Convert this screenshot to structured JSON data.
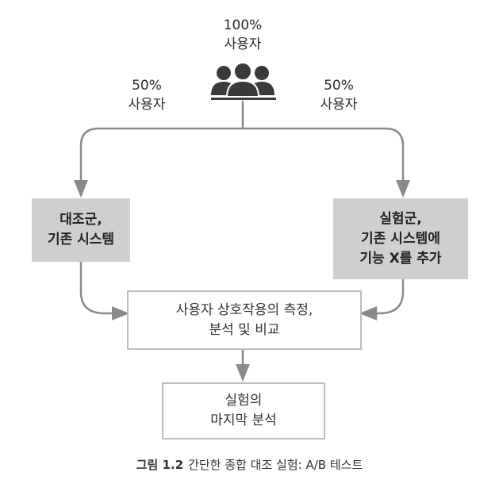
{
  "top": {
    "percent": "100%",
    "label": "사용자"
  },
  "left_split": {
    "percent": "50%",
    "label": "사용자"
  },
  "right_split": {
    "percent": "50%",
    "label": "사용자"
  },
  "control_group": {
    "lines": [
      "대조군,",
      "기존 시스템"
    ]
  },
  "experiment_group": {
    "lines": [
      "실험군,",
      "기존 시스템에",
      "기능 X를 추가"
    ]
  },
  "measure_box": {
    "lines": [
      "사용자 상호작용의 측정,",
      "분석 및 비교"
    ]
  },
  "final_box": {
    "lines": [
      "실험의",
      "마지막 분석"
    ]
  },
  "caption": {
    "number": "그림 1.2",
    "text": "간단한 종합 대조 실험: A/B 테스트"
  },
  "colors": {
    "arrow": "#8a8a8a",
    "shaded_box": "#cfcfcf",
    "outline_border": "#bdbdbd",
    "icon": "#3a3a3a"
  },
  "icons": {
    "users": "users-group-icon"
  }
}
